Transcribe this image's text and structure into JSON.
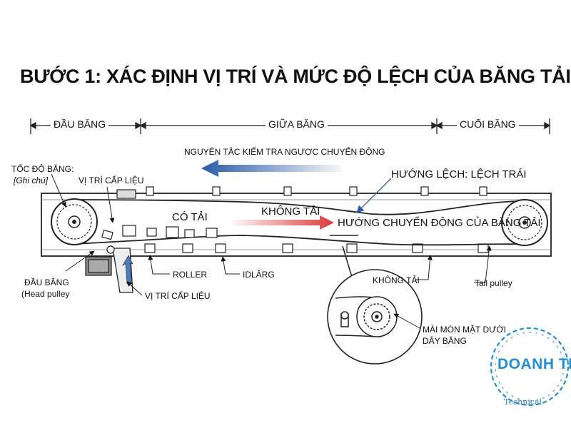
{
  "title": "BƯỚC 1: XÁC ĐỊNH VỊ TRÍ VÀ MỨC ĐỘ LỆCH CỦA BĂNG TẢI",
  "sections": {
    "head": "ĐẦU BĂNG",
    "middle": "GIỮA BĂNG",
    "tail": "CUỐI BĂNG"
  },
  "labels": {
    "inspect_principle": "NGUYÊN TẮC KIỂM TRA NGƯỢC CHUYỂN ĐỘNG",
    "deviation": "HƯỚNG LỆCH: LỆCH TRÁI",
    "belt_speed": "TỐC ĐỘ BĂNG:",
    "note": "[Ghi chú]",
    "feed_top": "VỊ TRÍ CẤP LIỆU",
    "loaded": "CÓ TẢI",
    "unloaded": "KHÔNG TẢI",
    "direction": "HƯỚNG CHUYỂN ĐỘNG CỦA BĂNG TẢI",
    "head_pulley": "ĐẦU BĂNG",
    "head_pulley_en": "(Head pulley",
    "roller": "ROLLER",
    "idler": "IDLĂRG",
    "feed_bottom": "VỊ TRÍ CẤP LIỆU",
    "unloaded_tail": "KHÔNG TẢI",
    "tail_pulley": "Tail pulley",
    "wear_line1": "MÀI MÒN MẶT DƯỚI",
    "wear_line2": "DÂY BĂNG"
  },
  "brand": {
    "name": "DOANH TRÍ",
    "sub": "Technical"
  },
  "colors": {
    "blue_arrow": "#2a5aa8",
    "red_arrow": "#d93a3a",
    "brand": "#1f8fd6",
    "frame": "#222222"
  }
}
